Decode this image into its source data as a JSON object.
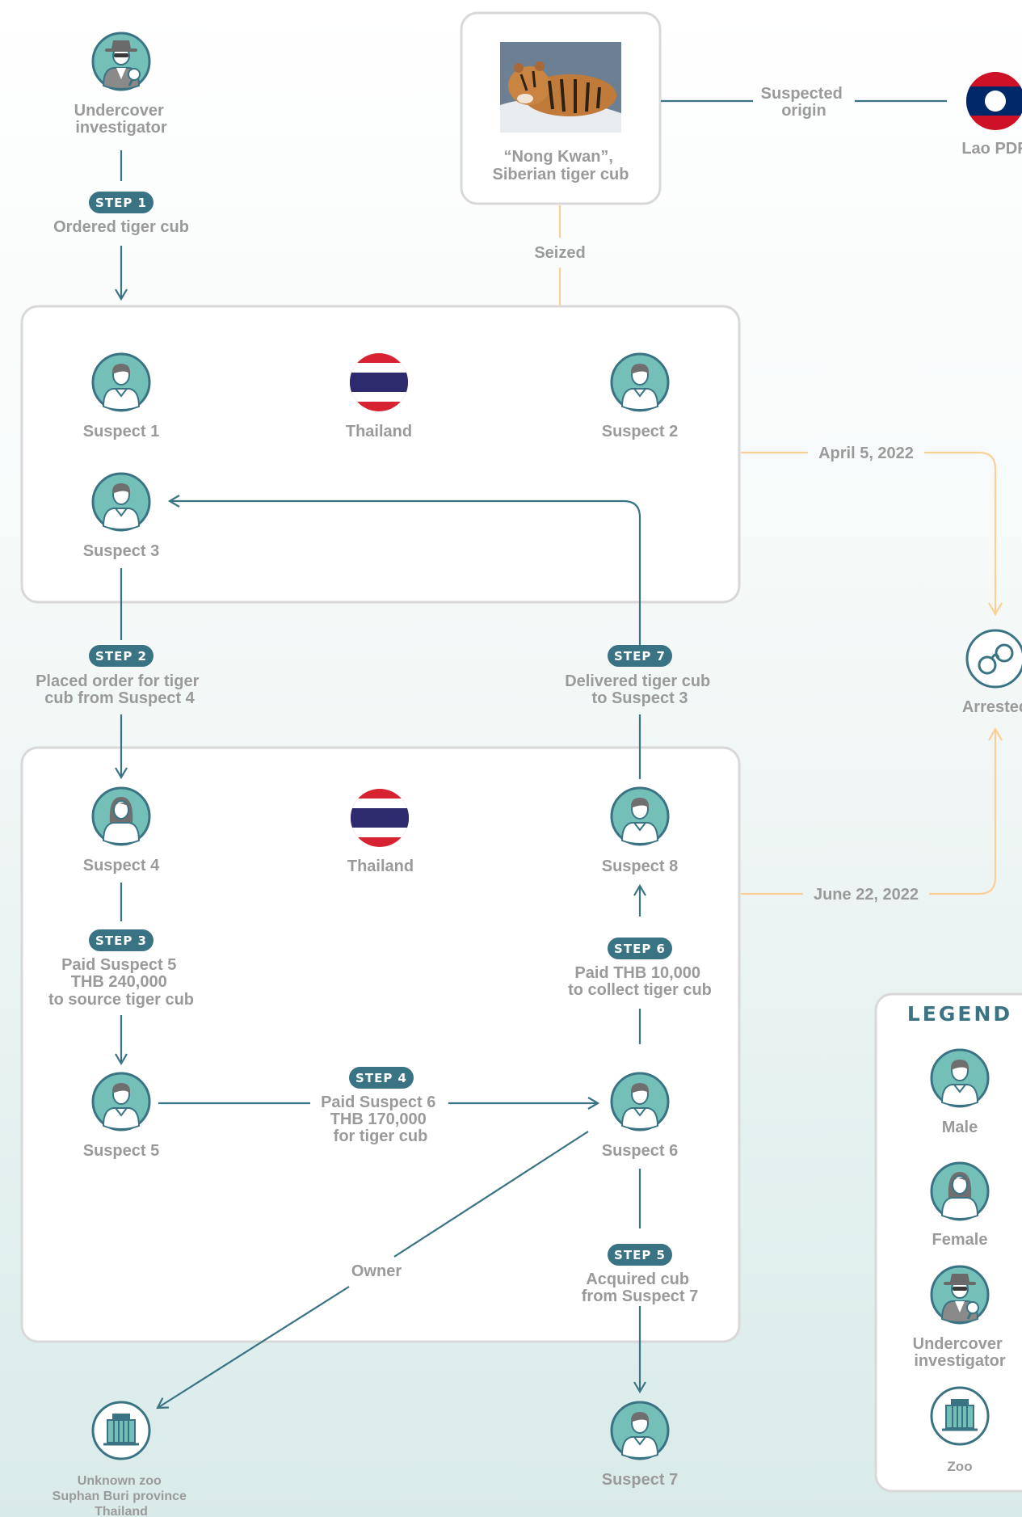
{
  "colors": {
    "teal": "#3a7384",
    "orange": "#fbcf98",
    "icon_fill": "#74bfb8",
    "text": "#9a9a9a",
    "box_border": "#d8d8d8"
  },
  "top": {
    "investigator_label": [
      "Undercover",
      "investigator"
    ],
    "cub_label": [
      "“Nong Kwan”,",
      "Siberian tiger cub"
    ],
    "origin_link": [
      "Suspected",
      "origin"
    ],
    "origin_country": "Lao PDR",
    "seized": "Seized"
  },
  "box1": {
    "suspect1": "Suspect 1",
    "country": "Thailand",
    "suspect2": "Suspect 2",
    "suspect3": "Suspect 3"
  },
  "box2": {
    "suspect4": "Suspect 4",
    "country": "Thailand",
    "suspect8": "Suspect 8",
    "suspect5": "Suspect 5",
    "suspect6": "Suspect 6"
  },
  "steps": {
    "step1": {
      "badge": "STEP 1",
      "text": [
        "Ordered tiger cub"
      ]
    },
    "step2": {
      "badge": "STEP 2",
      "text": [
        "Placed order for tiger",
        "cub from Suspect 4"
      ]
    },
    "step3": {
      "badge": "STEP 3",
      "text": [
        "Paid Suspect 5",
        "THB 240,000",
        "to source tiger cub"
      ]
    },
    "step4": {
      "badge": "STEP 4",
      "text": [
        "Paid Suspect 6",
        "THB 170,000",
        "for tiger cub"
      ]
    },
    "step5": {
      "badge": "STEP 5",
      "text": [
        "Acquired cub",
        "from Suspect 7"
      ]
    },
    "step6": {
      "badge": "STEP 6",
      "text": [
        "Paid THB 10,000",
        "to collect tiger cub"
      ]
    },
    "step7": {
      "badge": "STEP 7",
      "text": [
        "Delivered tiger cub",
        "to Suspect 3"
      ]
    }
  },
  "arrests": {
    "date1": "April 5, 2022",
    "date2": "June 22, 2022",
    "label": "Arrested"
  },
  "bottom": {
    "owner": "Owner",
    "zoo_label": [
      "Unknown zoo",
      "Suphan Buri province",
      "Thailand"
    ],
    "suspect7": "Suspect 7"
  },
  "legend": {
    "title": "LEGEND",
    "male": "Male",
    "female": "Female",
    "investigator": [
      "Undercover",
      "investigator"
    ],
    "zoo": "Zoo"
  }
}
